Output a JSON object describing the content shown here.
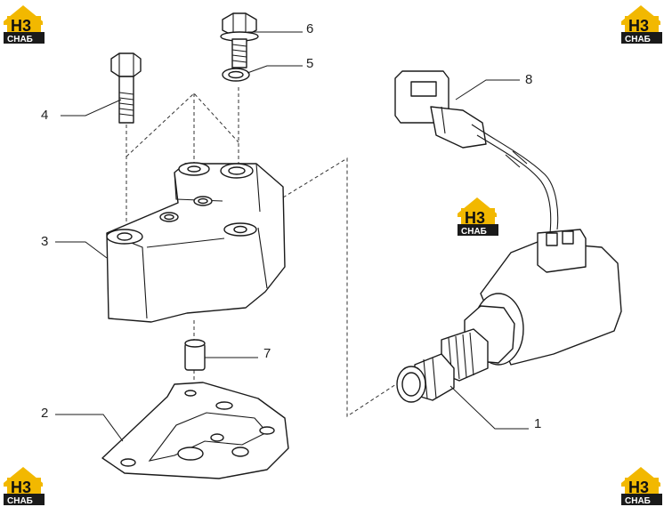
{
  "callouts": {
    "c1": "1",
    "c2": "2",
    "c3": "3",
    "c4": "4",
    "c5": "5",
    "c6": "6",
    "c7": "7",
    "c8": "8"
  },
  "watermark": {
    "top_text": "H3",
    "bottom_text": "CHAБ",
    "colors": {
      "accent": "#f2b800",
      "dark": "#1a1a1a"
    }
  }
}
